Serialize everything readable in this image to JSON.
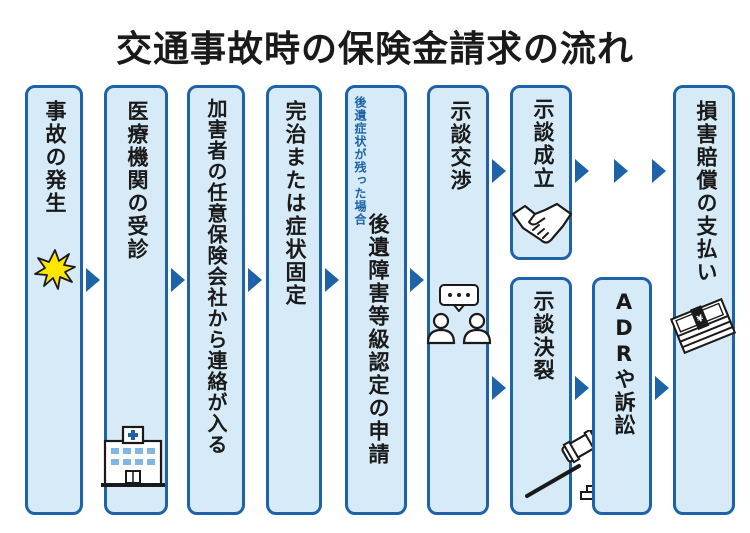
{
  "title": "交通事故時の保険金請求の流れ",
  "steps": {
    "accident": "事故の発生",
    "hospital": "医療機関の受診",
    "insurer_contact": "加害者の任意保険会社から連絡が入る",
    "recovery": "完治または症状固定",
    "disability_note": "後遺症状が残った場合",
    "disability": "後遺障害等級認定の申請",
    "negotiation": "示談交渉",
    "settled": "示談成立",
    "failed": "示談決裂",
    "adr": "ADRや訴訟",
    "payment": "損害賠償の支払い"
  },
  "icons": {
    "accident": "explosion-icon",
    "hospital": "hospital-building-icon",
    "negotiation": "two-people-talking-icon",
    "settled": "handshake-icon",
    "adr": "gavel-icon",
    "payment": "yen-bills-icon"
  },
  "colors": {
    "box_fill": "#d6ebf7",
    "border_and_arrows": "#1e63a7",
    "explosion": "#ffe600"
  }
}
